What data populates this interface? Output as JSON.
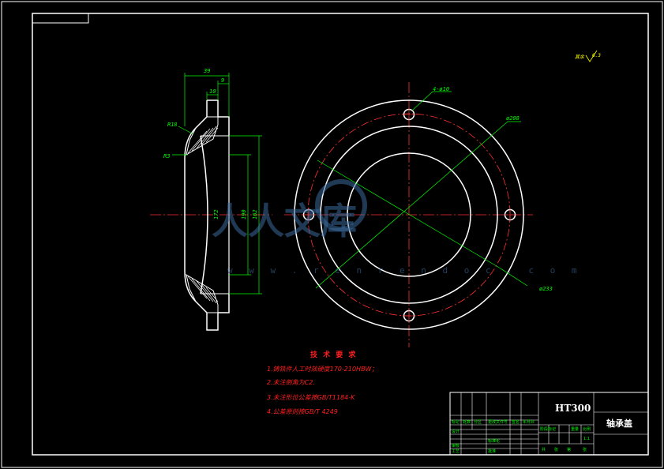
{
  "front_view": {
    "dims": {
      "width_total": "39",
      "width_flange": "9",
      "width_step": "10",
      "radius_outer": "R18",
      "radius_inner": "R3",
      "dia_a": "172",
      "dia_b": "190",
      "dia_c": "162"
    }
  },
  "side_view": {
    "dims": {
      "holes": "4-ø10",
      "pcd": "ø208",
      "outer": "ø233"
    }
  },
  "roughness": {
    "label": "其余",
    "value": "6.3"
  },
  "tech_requirements": {
    "title": "技 术 要 求",
    "items": [
      "1.铸铁件人工时效硬度170-210HBW；",
      "2.未注倒角为C2.",
      "3.未注形位公差按GB/T1184-K",
      "4.公差原则按GB/T 4249"
    ]
  },
  "title_block": {
    "material": "HT300",
    "part_name": "轴承盖",
    "row_labels": [
      "标记",
      "设计",
      "审核",
      "工艺"
    ],
    "col_labels": [
      "处数",
      "分区",
      "更改文件号",
      "签名",
      "年月日"
    ],
    "mid_labels": [
      "标准化",
      "批准"
    ],
    "stage_labels": [
      "阶段标记",
      "重量",
      "比例"
    ],
    "scale": "1:1",
    "sheet_labels": [
      "共",
      "张",
      "第",
      "张"
    ]
  },
  "watermark": {
    "text": "人人文库",
    "url": "w w w . r e n r e n d o c . c o m"
  }
}
